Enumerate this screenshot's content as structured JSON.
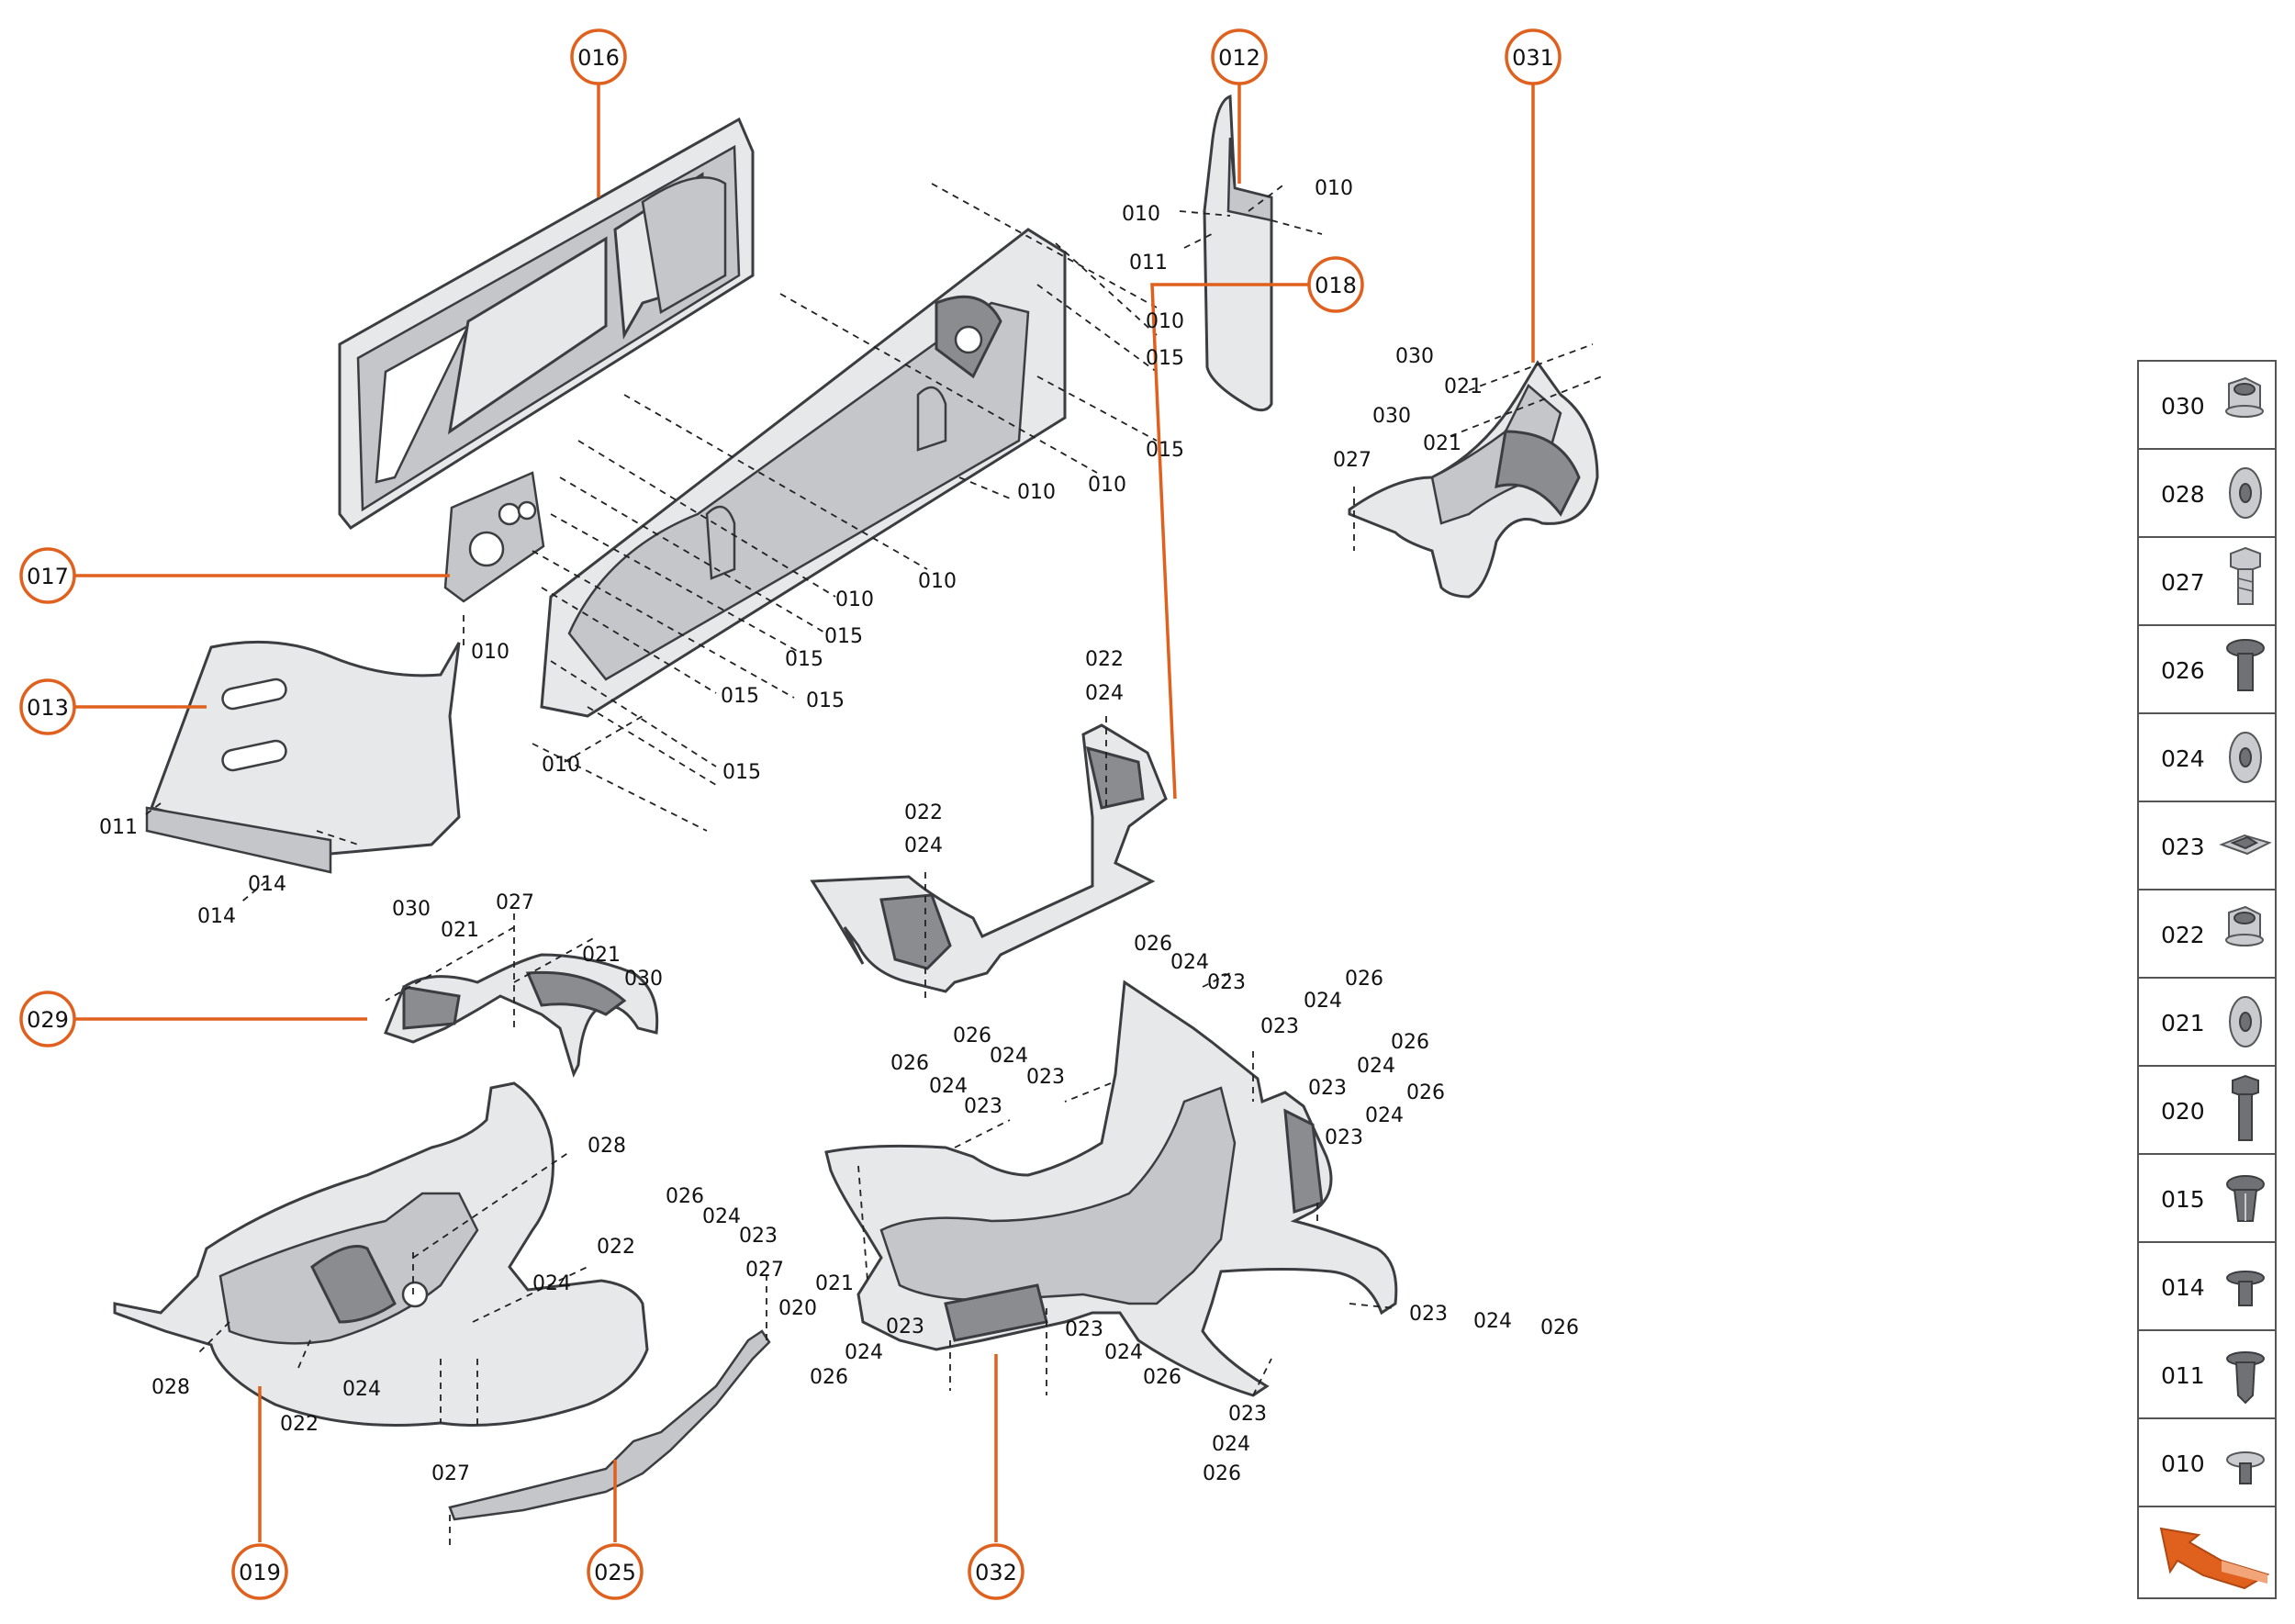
{
  "callouts": [
    {
      "num": "016"
    },
    {
      "num": "012"
    },
    {
      "num": "031"
    },
    {
      "num": "018"
    },
    {
      "num": "017"
    },
    {
      "num": "013"
    },
    {
      "num": "029"
    },
    {
      "num": "019"
    },
    {
      "num": "025"
    },
    {
      "num": "032"
    }
  ],
  "fastener_labels": {
    "p016": [
      "010",
      "015",
      "015",
      "010",
      "010",
      "010",
      "010",
      "015",
      "015",
      "015",
      "015",
      "010",
      "015"
    ],
    "p012": [
      "010",
      "010",
      "011"
    ],
    "p031": [
      "030",
      "021",
      "030",
      "021",
      "027"
    ],
    "p013": [
      "010",
      "011",
      "014",
      "014"
    ],
    "p018": [
      "022",
      "024",
      "022",
      "024"
    ],
    "p029": [
      "030",
      "021",
      "027",
      "021",
      "030"
    ],
    "p019": [
      "028",
      "022",
      "024",
      "028",
      "024",
      "022",
      "027"
    ],
    "p025": [
      "026",
      "024",
      "023",
      "027",
      "020"
    ],
    "p032": [
      "026",
      "024",
      "023",
      "026",
      "024",
      "023",
      "026",
      "024",
      "023",
      "026",
      "024",
      "023",
      "026",
      "024",
      "023",
      "026",
      "024",
      "023",
      "021",
      "023",
      "024",
      "026",
      "023",
      "024",
      "026",
      "023",
      "024",
      "026",
      "023",
      "024",
      "026"
    ]
  },
  "legend": {
    "items": [
      {
        "code": "030",
        "icon": "flange-nut-icon"
      },
      {
        "code": "028",
        "icon": "washer-icon"
      },
      {
        "code": "027",
        "icon": "hex-bolt-icon"
      },
      {
        "code": "026",
        "icon": "pan-screw-icon"
      },
      {
        "code": "024",
        "icon": "washer-icon"
      },
      {
        "code": "023",
        "icon": "spring-nut-clip-icon"
      },
      {
        "code": "022",
        "icon": "flange-nut-icon"
      },
      {
        "code": "021",
        "icon": "washer-icon"
      },
      {
        "code": "020",
        "icon": "long-bolt-icon"
      },
      {
        "code": "015",
        "icon": "expanding-rivet-icon"
      },
      {
        "code": "014",
        "icon": "push-clip-icon"
      },
      {
        "code": "011",
        "icon": "fir-tree-clip-icon"
      },
      {
        "code": "010",
        "icon": "push-rivet-icon"
      }
    ],
    "nav_icon": "orange-arrow-icon"
  },
  "colors": {
    "accent": "#e0601e",
    "part_fill": "#e7e8ea",
    "part_edge": "#3c3d40"
  }
}
